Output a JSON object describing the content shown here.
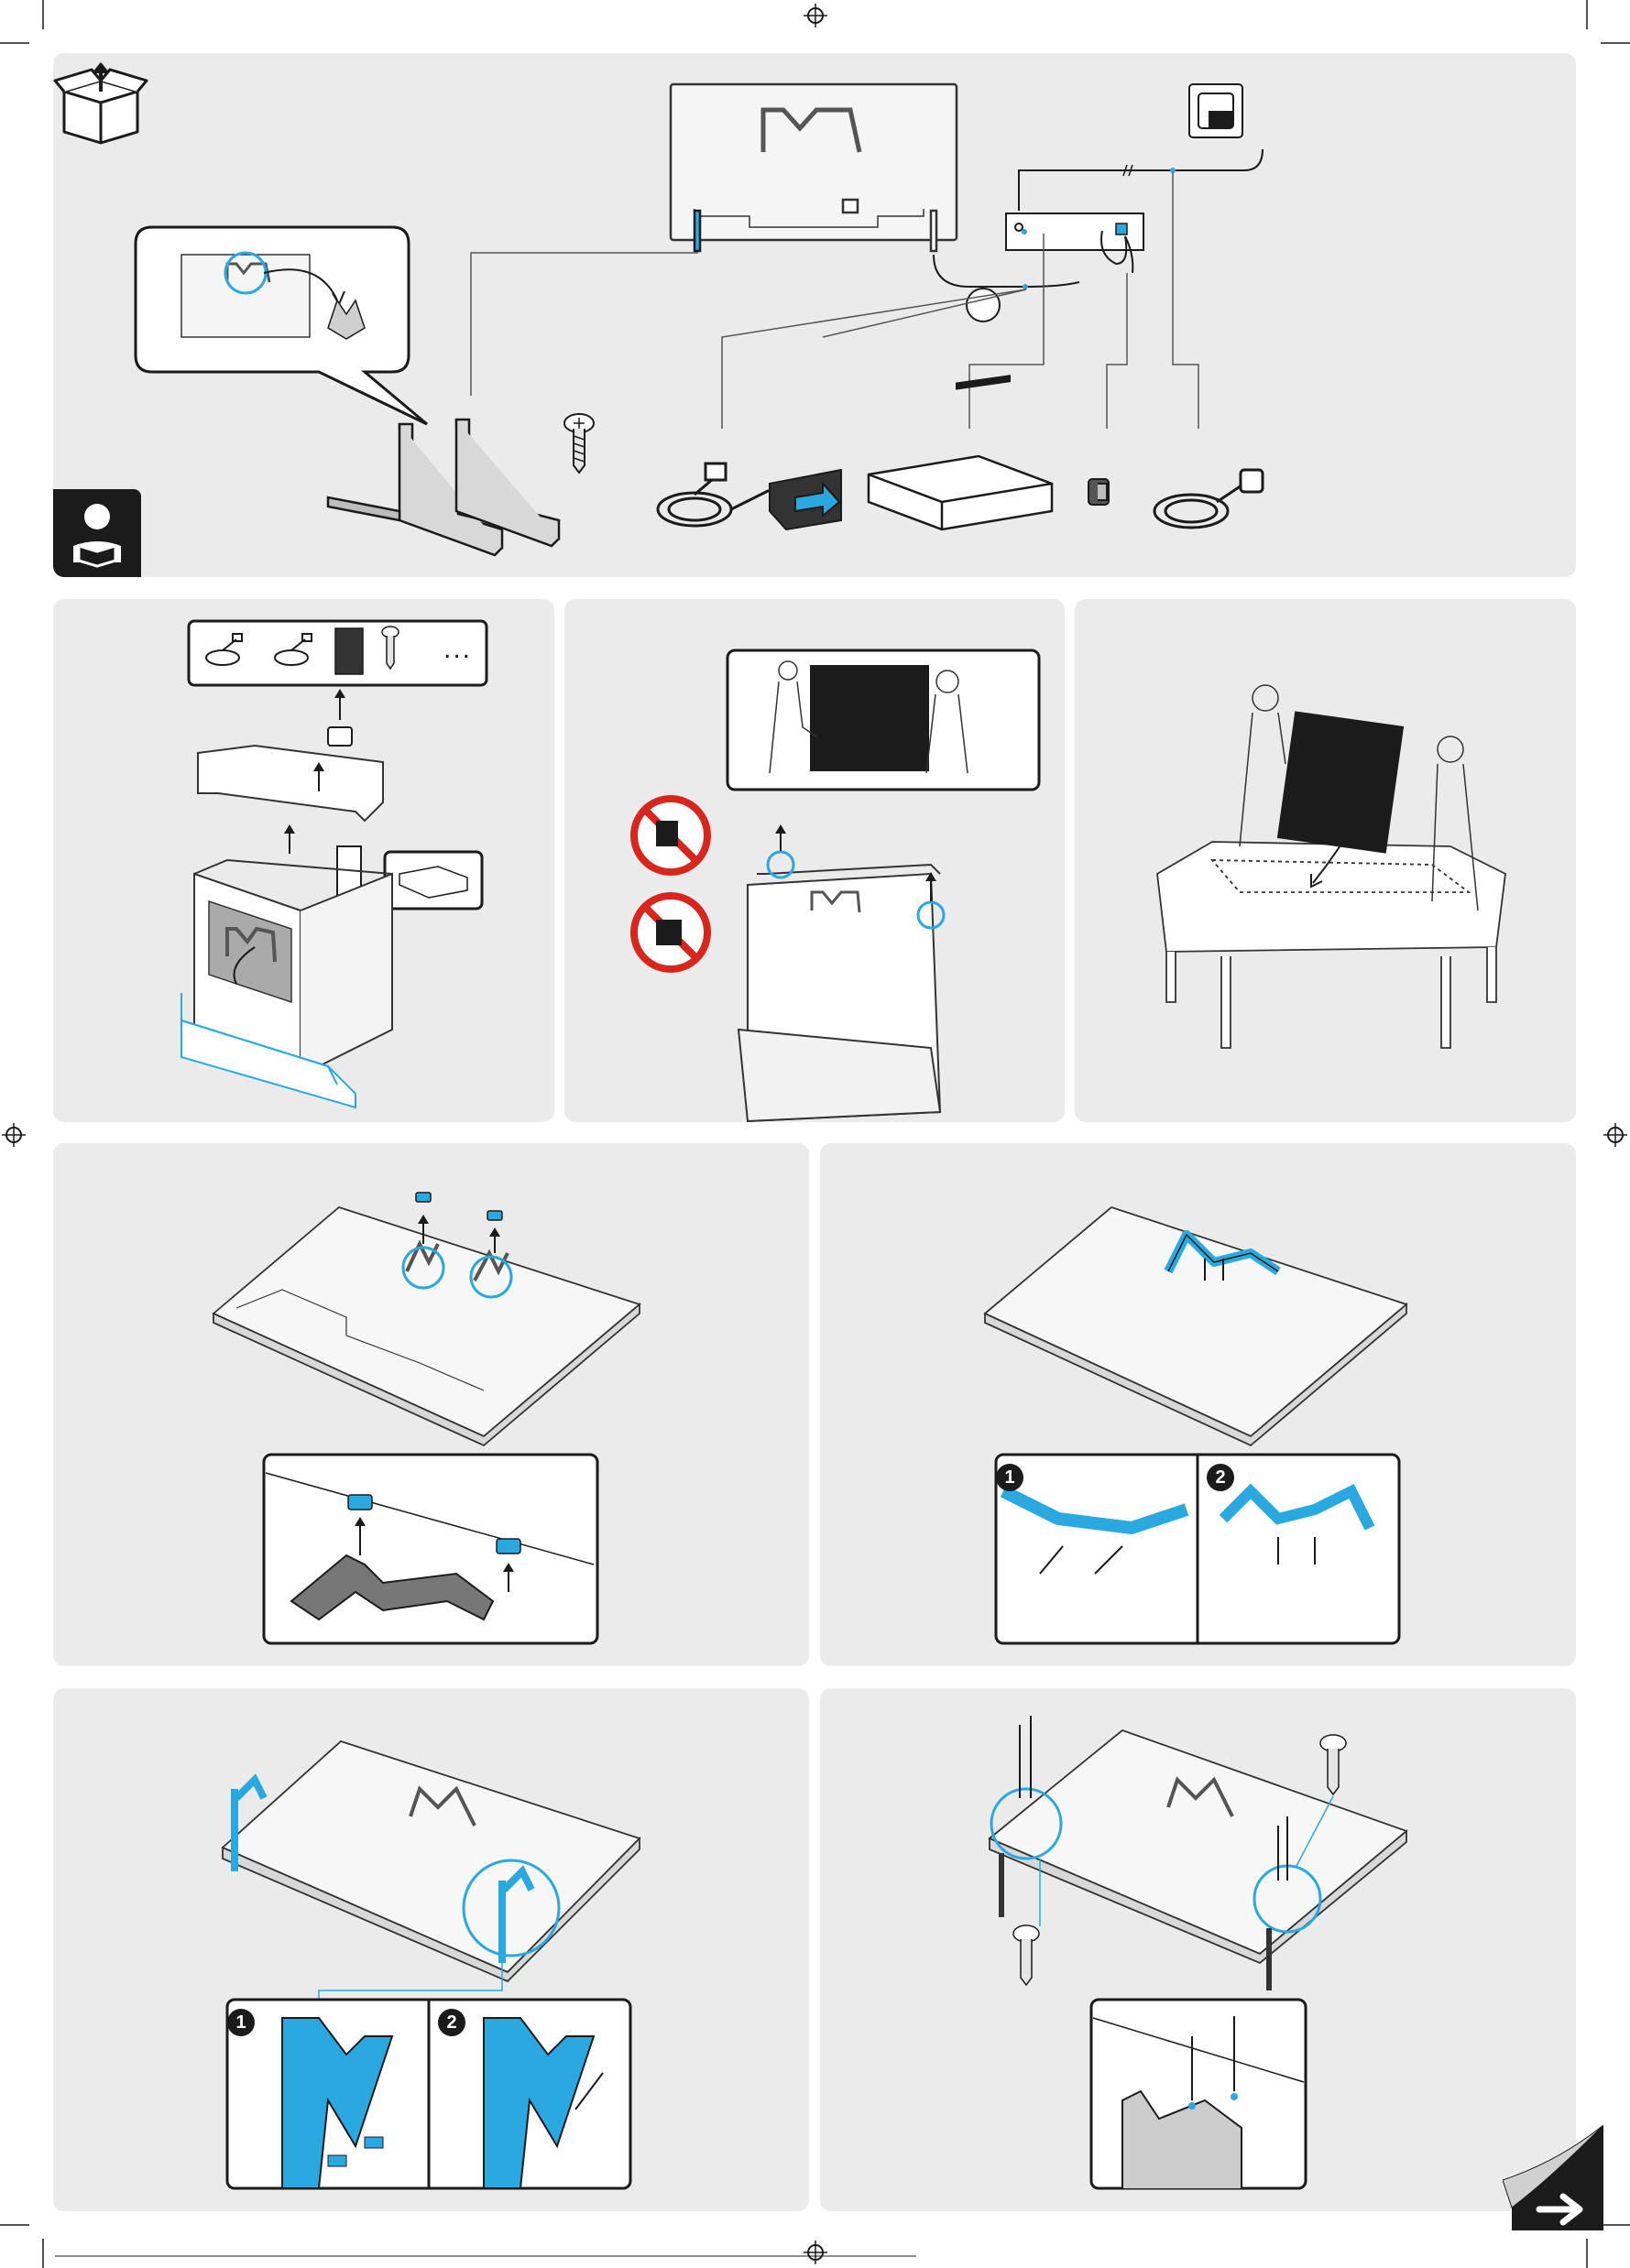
{
  "colors": {
    "accent": "#29a9df",
    "ink": "#1b1b1b",
    "panel": "#ebebeb",
    "stroke": "#333333",
    "prohibit": "#d9261c"
  },
  "icons": {
    "unbox": "box-open-icon",
    "read_manual": "read-manual-icon",
    "next_page": "next-page-arrow-icon",
    "registration": "registration-mark-icon"
  },
  "parts_row": {
    "items": [
      "stand-legs",
      "screw",
      "hdmi-cable",
      "one-connect-adapter",
      "one-connect-box",
      "cable-holder",
      "power-cord"
    ]
  },
  "step_numbers": {
    "brace_one": "1",
    "brace_two": "2",
    "leg_one": "1",
    "leg_two": "2"
  },
  "accessories": {
    "more_items": "..."
  }
}
